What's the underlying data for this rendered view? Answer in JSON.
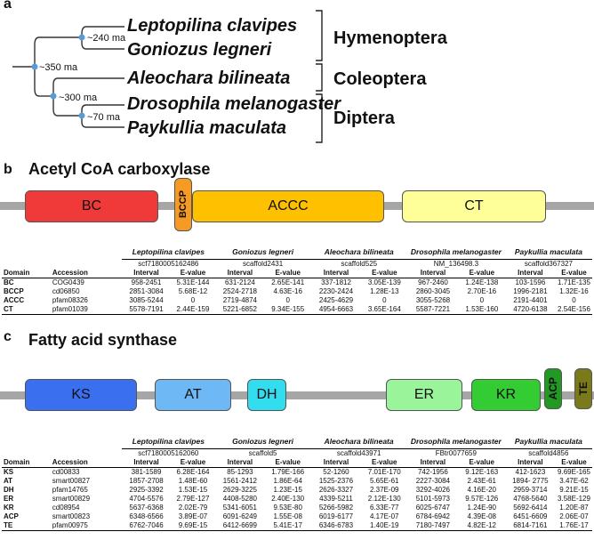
{
  "panels": {
    "a": "a",
    "b": "b",
    "c": "c"
  },
  "tree": {
    "species": [
      "Leptopilina clavipes",
      "Goniozus legneri",
      "Aleochara bilineata",
      "Drosophila melanogaster",
      "Paykullia maculata"
    ],
    "orders": [
      "Hymenoptera",
      "Coleoptera",
      "Diptera"
    ],
    "ages": [
      "~240 ma",
      "~350 ma",
      "~300 ma",
      "~70 ma"
    ],
    "node_color": "#5b9bd5"
  },
  "acc": {
    "title": "Acetyl CoA carboxylase",
    "domains": [
      {
        "label": "BC",
        "color": "#f03a3a"
      },
      {
        "label": "BCCP",
        "color": "#f59a23"
      },
      {
        "label": "ACCC",
        "color": "#ffc000"
      },
      {
        "label": "CT",
        "color": "#ffff99"
      }
    ],
    "species": [
      "Leptopilina clavipes",
      "Goniozus legneri",
      "Aleochara bilineata",
      "Drosophila melanogaster",
      "Paykullia maculata"
    ],
    "accessions": [
      "scf7180005162486",
      "scaffold2431",
      "scaffold525",
      "NM_136498.3",
      "scaffold367327"
    ],
    "col_domain": "Domain",
    "col_accession": "Accession",
    "col_interval": "Interval",
    "col_evalue": "E-value",
    "rows": [
      [
        "BC",
        "COG0439",
        "958-2451",
        "5.31E-144",
        "631-2124",
        "2.65E-141",
        "337-1812",
        "3.05E-139",
        "967-2460",
        "1.24E-138",
        "103-1596",
        "1.71E-135"
      ],
      [
        "BCCP",
        "cd06850",
        "2851-3084",
        "5.68E-12",
        "2524-2718",
        "4.63E-16",
        "2230-2424",
        "1.28E-13",
        "2860-3045",
        "2.70E-16",
        "1996-2181",
        "1.32E-16"
      ],
      [
        "ACCC",
        "pfam08326",
        "3085-5244",
        "0",
        "2719-4874",
        "0",
        "2425-4629",
        "0",
        "3055-5268",
        "0",
        "2191-4401",
        "0"
      ],
      [
        "CT",
        "pfam01039",
        "5578-7191",
        "2.44E-159",
        "5221-6852",
        "9.34E-155",
        "4954-6663",
        "3.65E-164",
        "5587-7221",
        "1.53E-160",
        "4720-6138",
        "2.54E-156"
      ]
    ]
  },
  "fas": {
    "title": "Fatty acid synthase",
    "domains": [
      {
        "label": "KS",
        "color": "#3a6ff0"
      },
      {
        "label": "AT",
        "color": "#6eb9f5"
      },
      {
        "label": "DH",
        "color": "#33ddf0"
      },
      {
        "label": "ER",
        "color": "#9af59a"
      },
      {
        "label": "KR",
        "color": "#33cc33"
      },
      {
        "label": "ACP",
        "color": "#229922"
      },
      {
        "label": "TE",
        "color": "#7a7a1a"
      }
    ],
    "species": [
      "Leptopilina clavipes",
      "Goniozus legneri",
      "Aleochara bilineata",
      "Drosophila melanogaster",
      "Paykullia maculata"
    ],
    "accessions": [
      "scf7180005162060",
      "scaffold5",
      "scaffold43971",
      "FBtr0077659",
      "scaffold4856"
    ],
    "col_domain": "Domain",
    "col_accession": "Accession",
    "col_interval": "Interval",
    "col_evalue": "E-value",
    "rows": [
      [
        "KS",
        "cd00833",
        "381-1589",
        "6.28E-164",
        "85-1293",
        "1.79E-166",
        "52-1260",
        "7.01E-170",
        "742-1956",
        "9.12E-163",
        "412-1623",
        "9.69E-165"
      ],
      [
        "AT",
        "smart00827",
        "1857-2708",
        "1.48E-60",
        "1561-2412",
        "1.86E-64",
        "1525-2376",
        "5.65E-61",
        "2227-3084",
        "2.43E-61",
        "1894- 2775",
        "3.47E-62"
      ],
      [
        "DH",
        "pfam14765",
        "2925-3392",
        "1.53E-15",
        "2629-3225",
        "1.23E-15",
        "2626-3327",
        "2.37E-09",
        "3292-4026",
        "4.16E-20",
        "2959-3714",
        "9.21E-15"
      ],
      [
        "ER",
        "smart00829",
        "4704-5576",
        "2.79E-127",
        "4408-5280",
        "2.40E-130",
        "4339-5211",
        "2.12E-130",
        "5101-5973",
        "9.57E-126",
        "4768-5640",
        "3.58E-129"
      ],
      [
        "KR",
        "cd08954",
        "5637-6368",
        "2.02E-79",
        "5341-6051",
        "9.53E-80",
        "5266-5982",
        "6.33E-77",
        "6025-6747",
        "1.24E-90",
        "5692-6414",
        "1.20E-87"
      ],
      [
        "ACP",
        "smart00823",
        "6348-6566",
        "3.89E-07",
        "6091-6249",
        "1.55E-08",
        "6019-6177",
        "4.17E-07",
        "6784-6942",
        "4.39E-08",
        "6451-6609",
        "2.06E-07"
      ],
      [
        "TE",
        "pfam00975",
        "6762-7046",
        "9.69E-15",
        "6412-6699",
        "5.41E-17",
        "6346-6783",
        "1.40E-19",
        "7180-7497",
        "4.82E-12",
        "6814-7161",
        "1.76E-17"
      ]
    ]
  }
}
